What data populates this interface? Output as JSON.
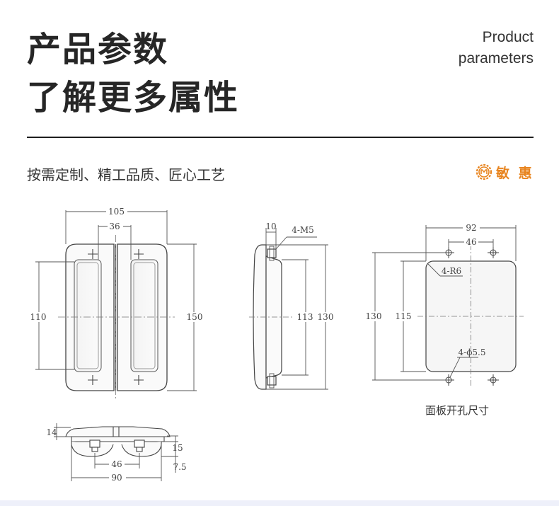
{
  "header": {
    "title_line1": "产品参数",
    "title_line2": "了解更多属性",
    "en_line1": "Product",
    "en_line2": "parameters"
  },
  "slogan": "按需定制、精工品质、匠心工艺",
  "brand": {
    "name": "敏 惠",
    "color": "#e8841e",
    "logo_icon": "brand-logo-icon"
  },
  "front_view": {
    "width": "105",
    "inner_spacing": "36",
    "height_outer": "150",
    "height_inner": "110"
  },
  "side_view": {
    "thickness": "10",
    "screw_label": "4-M5",
    "height_inner": "113",
    "height_outer": "130"
  },
  "cutout_view": {
    "width": "92",
    "hole_spacing": "46",
    "height_outer": "130",
    "height_inner": "115",
    "radius_label": "4-R6",
    "hole_label": "4-ϕ5.5",
    "caption": "面板开孔尺寸"
  },
  "bottom_view": {
    "thickness": "14",
    "depth": "15",
    "offset": "7.5",
    "spacing": "46",
    "width": "90"
  }
}
